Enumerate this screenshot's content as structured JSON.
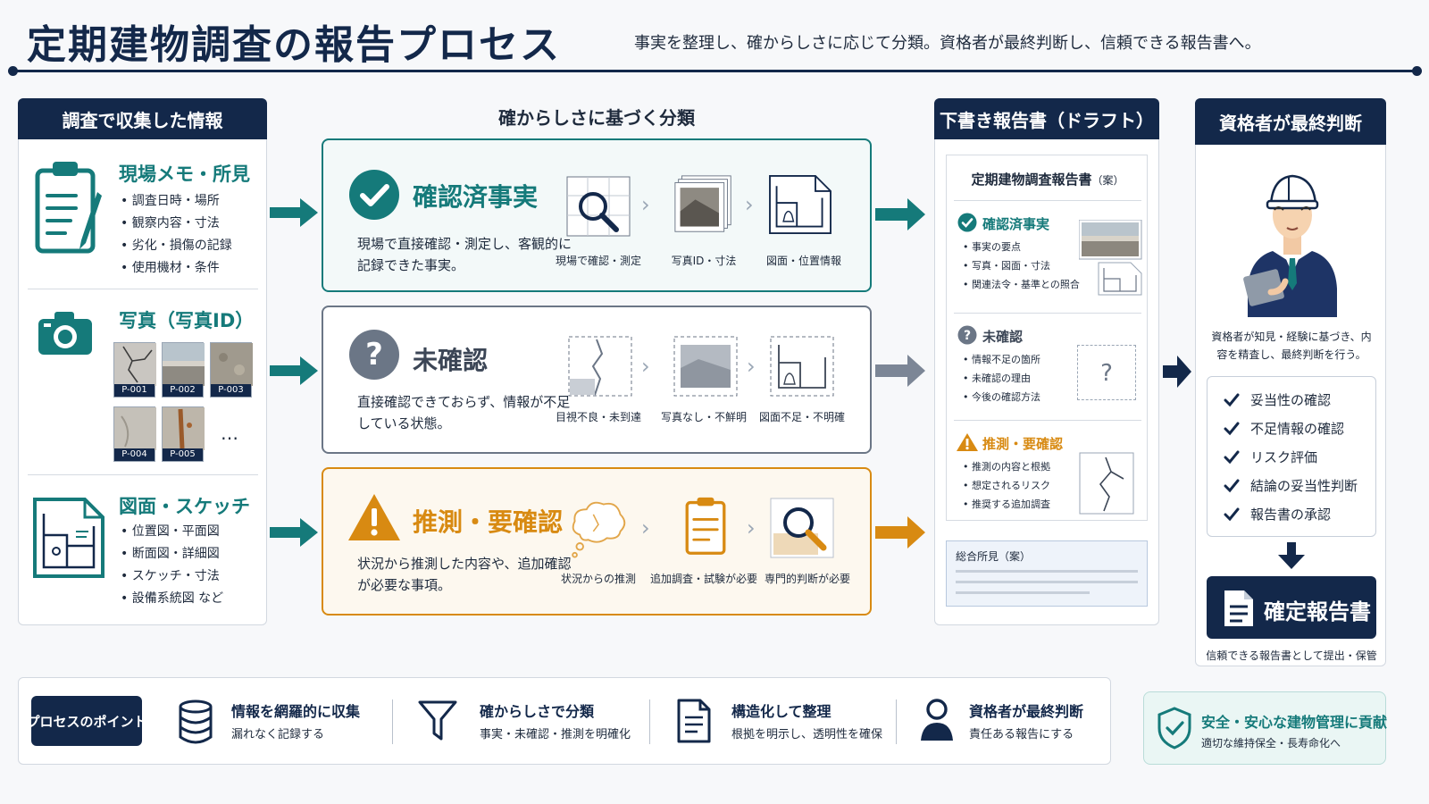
{
  "header": {
    "title": "定期建物調査の報告プロセス",
    "subtitle": "事実を整理し、確からしさに応じて分類。資格者が最終判断し、信頼できる報告書へ。"
  },
  "collected": {
    "title": "調査で収集した情報",
    "field_notes": {
      "title": "現場メモ・所見",
      "icon": "clipboard-pen-icon",
      "items": [
        "調査日時・場所",
        "観察内容・寸法",
        "劣化・損傷の記録",
        "使用機材・条件"
      ]
    },
    "photos": {
      "title": "写真（写真ID）",
      "icon": "camera-icon",
      "ids": [
        "P-001",
        "P-002",
        "P-003",
        "P-004",
        "P-005"
      ],
      "more": "…"
    },
    "drawings": {
      "title": "図面・スケッチ",
      "icon": "floor-plan-icon",
      "items": [
        "位置図・平面図",
        "断面図・詳細図",
        "スケッチ・寸法",
        "設備系統図 など"
      ]
    }
  },
  "classification": {
    "title": "確からしさに基づく分類",
    "confirmed": {
      "title": "確認済事実",
      "desc": "現場で直接確認・測定し、客観的に記録できた事実。",
      "color": "#157a7a",
      "thumbs": [
        "現場で確認・測定",
        "写真ID・寸法",
        "図面・位置情報"
      ]
    },
    "unconfirmed": {
      "title": "未確認",
      "desc": "直接確認できておらず、情報が不足している状態。",
      "color": "#6b7686",
      "thumbs": [
        "目視不良・未到達",
        "写真なし・不鮮明",
        "図面不足・不明確"
      ]
    },
    "inferred": {
      "title": "推測・要確認",
      "desc": "状況から推測した内容や、追加確認が必要な事項。",
      "color": "#d88a12",
      "thumbs": [
        "状況からの推測",
        "追加調査・試験が必要",
        "専門的判断が必要"
      ]
    }
  },
  "draft": {
    "title": "下書き報告書（ドラフト）",
    "doc_title": "定期建物調査報告書",
    "doc_suffix": "（案）",
    "confirmed": {
      "title": "確認済事実",
      "items": [
        "事実の要点",
        "写真・図面・寸法",
        "関連法令・基準との照合"
      ]
    },
    "unconfirmed": {
      "title": "未確認",
      "items": [
        "情報不足の箇所",
        "未確認の理由",
        "今後の確認方法"
      ],
      "placeholder": "?"
    },
    "inferred": {
      "title": "推測・要確認",
      "items": [
        "推測の内容と根拠",
        "想定されるリスク",
        "推奨する追加調査"
      ]
    },
    "summary": "総合所見（案）"
  },
  "final": {
    "title": "資格者が最終判断",
    "desc": "資格者が知見・経験に基づき、内容を精査し、最終判断を行う。",
    "checks": [
      "妥当性の確認",
      "不足情報の確認",
      "リスク評価",
      "結論の妥当性判断",
      "報告書の承認"
    ],
    "result": "確定報告書",
    "result_note": "信頼できる報告書として提出・保管"
  },
  "footer": {
    "label": "プロセスのポイント",
    "points": [
      {
        "icon": "database-icon",
        "title": "情報を網羅的に収集",
        "sub": "漏れなく記録する"
      },
      {
        "icon": "filter-icon",
        "title": "確からしさで分類",
        "sub": "事実・未確認・推測を明確化"
      },
      {
        "icon": "document-icon",
        "title": "構造化して整理",
        "sub": "根拠を明示し、透明性を確保"
      },
      {
        "icon": "person-icon",
        "title": "資格者が最終判断",
        "sub": "責任ある報告にする"
      }
    ],
    "badge": {
      "title": "安全・安心な建物管理に貢献",
      "sub": "適切な維持保全・長寿命化へ"
    }
  },
  "colors": {
    "navy": "#13284a",
    "teal": "#157a7a",
    "gray": "#6b7686",
    "amber": "#d88a12"
  }
}
